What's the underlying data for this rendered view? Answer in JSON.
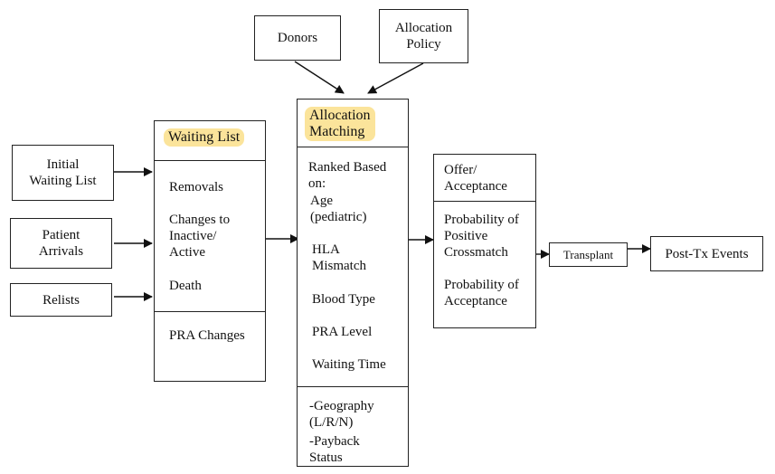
{
  "inputs": {
    "initial_waiting_list": "Initial\nWaiting List",
    "patient_arrivals": "Patient\nArrivals",
    "relists": "Relists",
    "donors": "Donors",
    "allocation_policy": "Allocation\nPolicy"
  },
  "waiting_list": {
    "title": "Waiting List",
    "removals": "Removals",
    "changes": "Changes to\nInactive/\nActive",
    "death": "Death",
    "pra_changes": "PRA Changes"
  },
  "allocation": {
    "title": "Allocation\nMatching",
    "ranked_based_on": "Ranked Based\non:",
    "age": "Age\n(pediatric)",
    "hla": "HLA\nMismatch",
    "blood_type": "Blood Type",
    "pra_level": "PRA Level",
    "waiting_time": "Waiting Time",
    "geography": "-Geography\n(L/R/N)",
    "payback": "-Payback\nStatus"
  },
  "offer": {
    "title": "Offer/\nAcceptance",
    "prob_crossmatch": "Probability of\nPositive\nCrossmatch",
    "prob_acceptance": "Probability of\nAcceptance"
  },
  "transplant": "Transplant",
  "post_tx": "Post-Tx Events",
  "colors": {
    "highlight": "#fbe49b",
    "line": "#222222"
  }
}
